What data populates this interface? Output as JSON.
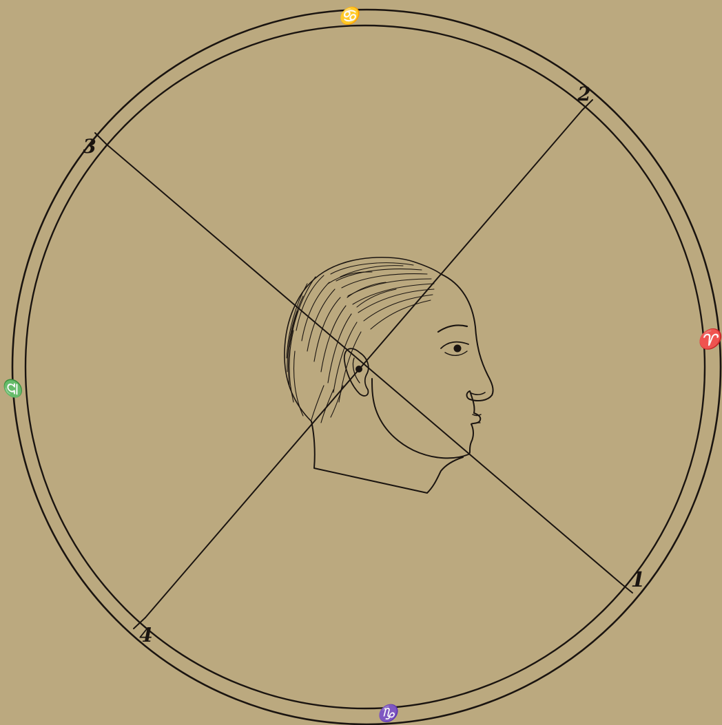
{
  "paper_color": "#bba97f",
  "ink_color": "#1a1410",
  "diagram": {
    "zodiac_signs": {
      "top": "♋",
      "right": "♈",
      "bottom": "♑",
      "left": "♎"
    },
    "quadrant_numbers": {
      "lower_right": "1",
      "upper_right": "2",
      "upper_left": "3",
      "lower_left": "4"
    }
  }
}
